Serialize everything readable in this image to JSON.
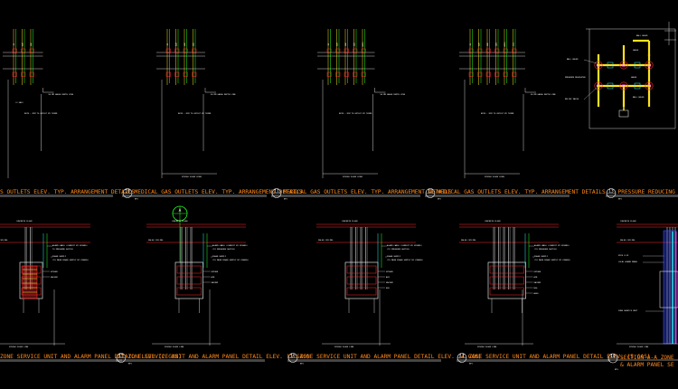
{
  "drawing": {
    "colors": {
      "background": "#000000",
      "line": "#ffffff",
      "title": "#ff8a1c",
      "red": "#ff2a2a",
      "yellow": "#ffe21a",
      "green": "#24ff24",
      "blue": "#3a4dff",
      "cyan": "#32f0ff",
      "magenta": "#ff33ff"
    },
    "top_row": [
      {
        "id": "g1",
        "outlets": [
          "O2",
          "AIR",
          "VAC"
        ],
        "label_right": "50 MM GAUGE DEPTH LINE",
        "label_low": "(2 GAS)",
        "note": "NOTE : DIM TO OUTLET BY THIRD",
        "finish": "",
        "number": "",
        "title": "S OUTLETS ELEV. TYP. ARRANGEMENT DETAILS",
        "scale": "NTS"
      },
      {
        "id": "g2",
        "outlets": [
          "O2",
          "AIR",
          "VAC",
          "N2O"
        ],
        "label_right": "50 MM GAUGE DEPTH LINE",
        "label_low": "",
        "note": "NOTE : DIM TO OUTLET BY THIRD",
        "finish": "FINISH FLOOR LEVEL",
        "number": "10",
        "title": "MEDICAL GAS OUTLETS ELEV. TYP. ARRANGEMENT DETAILS",
        "scale": "NTS"
      },
      {
        "id": "g3",
        "outlets": [
          "O2",
          "AIR",
          "VAC",
          "N2O",
          "AGSS"
        ],
        "label_right": "50 MM GAUGE DEPTH LINE",
        "label_low": "",
        "note": "NOTE : DIM TO OUTLET BY THIRD",
        "finish": "FINISH FLOOR LEVEL",
        "number": "11",
        "title": "MEDICAL GAS OUTLETS ELEV. TYP. ARRANGEMENT DETAILS",
        "scale": "NTS"
      },
      {
        "id": "g4",
        "outlets": [
          "O2",
          "AIR",
          "VAC",
          "N2O",
          "AGSS",
          "CO2"
        ],
        "label_right": "50 MM GAUGE DEPTH LINE",
        "label_low": "",
        "note": "NOTE : DIM TO OUTLET BY THIRD",
        "finish": "FINISH FLOOR LEVEL",
        "number": "12",
        "title": "MEDICAL GAS OUTLETS ELEV. TYP. ARRANGEMENT DETAILS",
        "scale": "NTS"
      },
      {
        "id": "prv",
        "labels": [
          "BALL VALVE",
          "GAUGE",
          "PRESSURE REGULATOR",
          "RELIEF VALVE",
          "BALL VALVE",
          "GAUGE",
          "BALL VALVE"
        ],
        "number": "13",
        "title": "PRESSURE REDUCING ST",
        "scale": "NTS"
      }
    ],
    "bottom_row": [
      {
        "id": "z1",
        "labels": [
          "CONCRETE FLOOR",
          "FALSE CEILING",
          "ALARM CABLE (CONDUIT BY OTHERS)",
          "TO PRESSURE SWITCH",
          "POWER SUPPLY",
          "(TO MAIN POWER SUPPLY BY OTHERS)",
          "OXYGEN",
          "VACUUM"
        ],
        "finish": "FINISH FLOOR LINE",
        "number": "",
        "title": "ZONE SERVICE UNIT AND ALARM PANEL DETAIL ELEV. (2 GAS)",
        "scale": "NTS"
      },
      {
        "id": "z2",
        "labels": [
          "CONCRETE FLOOR",
          "FALSE CEILING",
          "ALARM CABLE (CONDUIT BY OTHERS)",
          "(TO PRESSURE SWITCH)",
          "POWER SUPPLY",
          "(TO MAIN POWER SUPPLY BY OTHERS)",
          "OXYGEN",
          "AIR",
          "VACUUM"
        ],
        "finish": "FINISH FLOOR LINE",
        "number": "15",
        "title": "ZONE SERVICE UNIT AND ALARM PANEL DETAIL ELEV. (3 GAS)",
        "scale": "NTS",
        "marker": "A"
      },
      {
        "id": "z3",
        "labels": [
          "CONCRETE FLOOR",
          "FALSE CEILING",
          "ALARM CABLE (CONDUIT BY OTHERS)",
          "(TO PRESSURE SWITCH)",
          "POWER SUPPLY",
          "(TO MAIN POWER SUPPLY BY OTHERS)",
          "OXYGEN",
          "AIR",
          "VACUUM",
          "N2O"
        ],
        "finish": "FINISH FLOOR LINE",
        "number": "16",
        "title": "ZONE SERVICE UNIT AND ALARM PANEL DETAIL ELEV. (4 GAS)",
        "scale": "NTS"
      },
      {
        "id": "z4",
        "labels": [
          "CONCRETE FLOOR",
          "FALSE CEILING",
          "ALARM CABLE (CONDUIT BY OTHERS)",
          "(TO PRESSURE SWITCH)",
          "POWER SUPPLY",
          "(TO MAIN POWER SUPPLY BY OTHERS)",
          "OXYGEN",
          "AIR",
          "VACUUM",
          "N2O",
          "AGSS"
        ],
        "finish": "FINISH FLOOR LINE",
        "number": "17",
        "title": "ZONE SERVICE UNIT AND ALARM PANEL DETAIL ELEV. (5 GAS)",
        "scale": "NTS"
      },
      {
        "id": "sec",
        "labels": [
          "CONCRETE FLOOR",
          "FALSE CEILING",
          "PIPE CLIP",
          "LOCAL ALARM PANEL",
          "ZONE SERVICE UNIT"
        ],
        "finish": "FINISH FLOOR LINE",
        "number": "18",
        "title": "SECTION A-A ZONE",
        "title2": "& ALARM PANEL SE",
        "scale": "NTS"
      }
    ]
  }
}
